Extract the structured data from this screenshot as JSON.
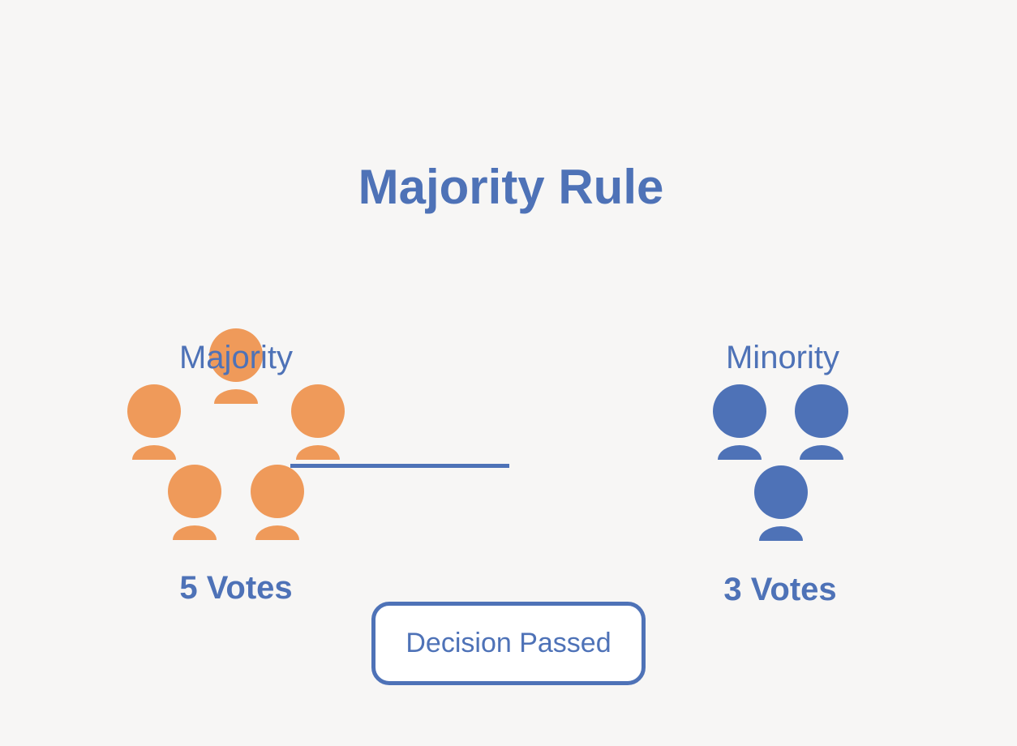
{
  "title": "Majority Rule",
  "colors": {
    "blue": "#4e72b7",
    "orange": "#ef9a5a",
    "background": "#f7f6f5",
    "button_background": "#ffffff"
  },
  "groups": [
    {
      "id": "majority",
      "label": "Majority",
      "votes_label": "5 Votes",
      "member_count": 5,
      "color": "#ef9a5a"
    },
    {
      "id": "minority",
      "label": "Minority",
      "votes_label": "3 Votes",
      "member_count": 3,
      "color": "#4e72b7"
    }
  ],
  "divider": {
    "present": true
  },
  "decision": {
    "label": "Decision Passed"
  }
}
